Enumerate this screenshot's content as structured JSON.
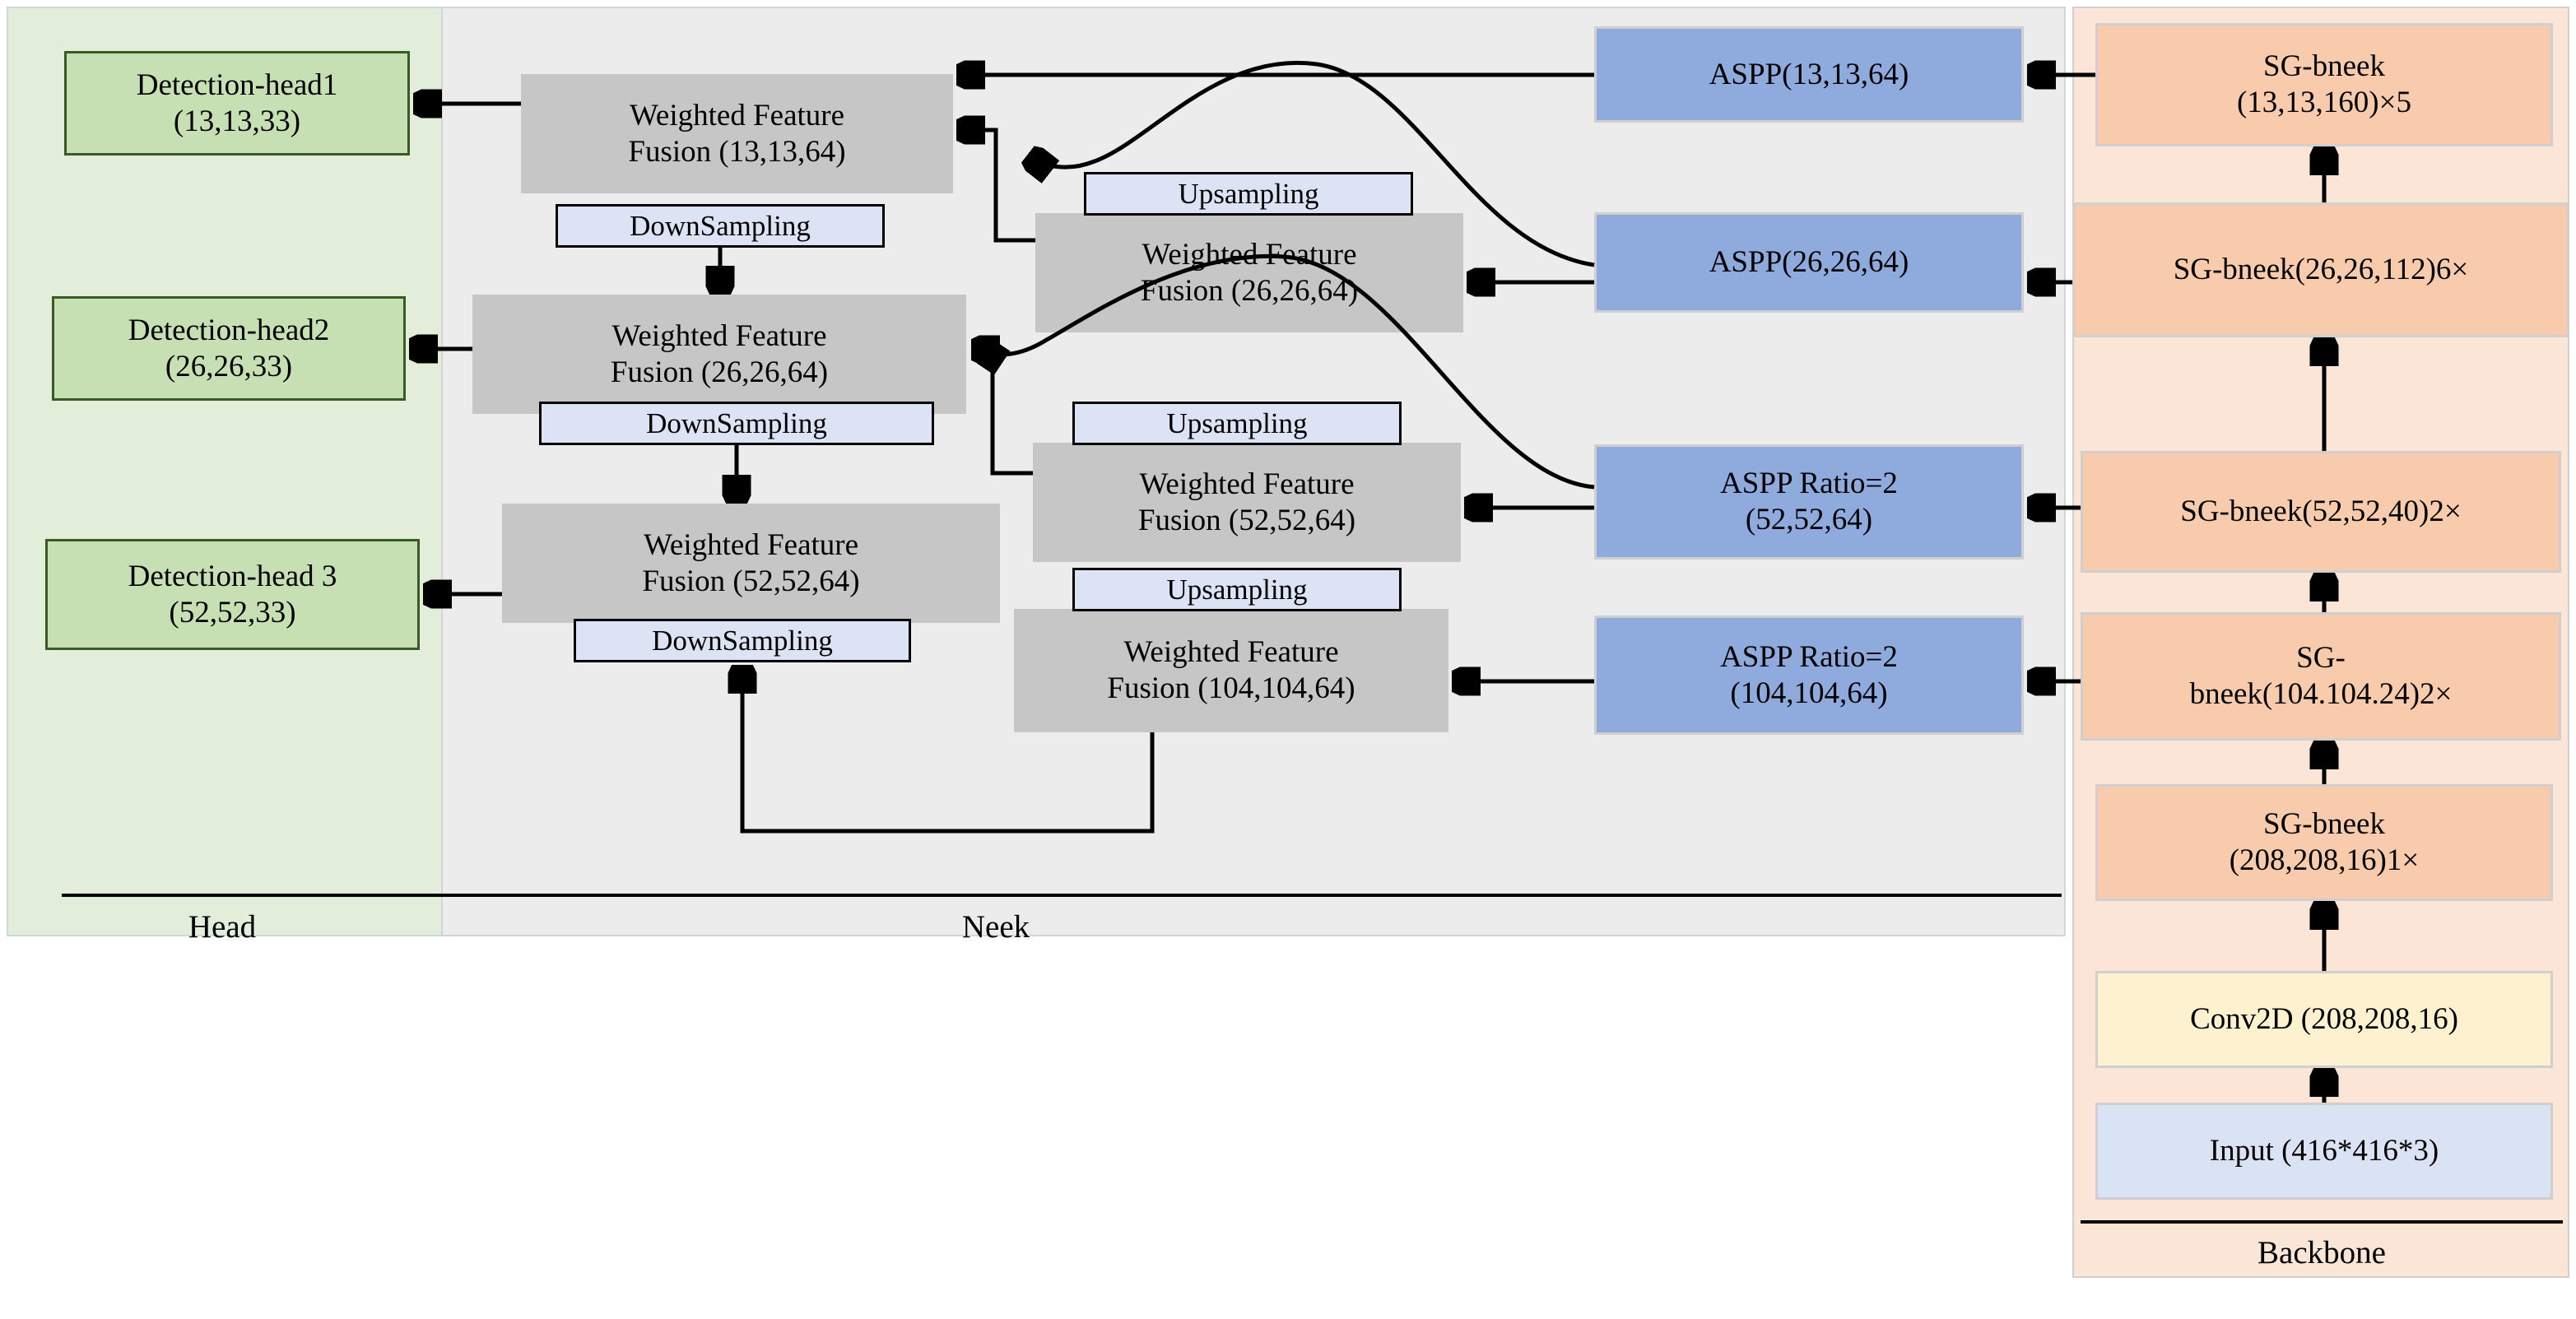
{
  "sections": {
    "head": {
      "label": "Head"
    },
    "neek": {
      "label": "Neek"
    },
    "backbone": {
      "label": "Backbone"
    }
  },
  "head_boxes": [
    {
      "id": "detection-head1",
      "line1": "Detection-head1",
      "line2": "(13,13,33)"
    },
    {
      "id": "detection-head2",
      "line1": "Detection-head2",
      "line2": "(26,26,33)"
    },
    {
      "id": "detection-head3",
      "line1": "Detection-head 3",
      "line2": "(52,52,33)"
    }
  ],
  "fusion_left": [
    {
      "id": "wff-13",
      "line1": "Weighted Feature",
      "line2": "Fusion (13,13,64)"
    },
    {
      "id": "wff-26l",
      "line1": "Weighted Feature",
      "line2": "Fusion (26,26,64)"
    },
    {
      "id": "wff-52l",
      "line1": "Weighted Feature",
      "line2": "Fusion (52,52,64)"
    }
  ],
  "fusion_right": [
    {
      "id": "wff-26r",
      "line1": "Weighted Feature",
      "line2": "Fusion (26,26,64)"
    },
    {
      "id": "wff-52r",
      "line1": "Weighted Feature",
      "line2": "Fusion (52,52,64)"
    },
    {
      "id": "wff-104r",
      "line1": "Weighted Feature",
      "line2": "Fusion (104,104,64)"
    }
  ],
  "downsampling": [
    {
      "id": "downsampling-1",
      "label": "DownSampling"
    },
    {
      "id": "downsampling-2",
      "label": "DownSampling"
    },
    {
      "id": "downsampling-3",
      "label": "DownSampling"
    }
  ],
  "upsampling": [
    {
      "id": "upsampling-1",
      "label": "Upsampling"
    },
    {
      "id": "upsampling-2",
      "label": "Upsampling"
    },
    {
      "id": "upsampling-3",
      "label": "Upsampling"
    }
  ],
  "aspp_boxes": [
    {
      "id": "aspp-13",
      "line1": "ASPP(13,13,64)",
      "line2": ""
    },
    {
      "id": "aspp-26",
      "line1": "ASPP(26,26,64)",
      "line2": ""
    },
    {
      "id": "aspp-52",
      "line1": "ASPP Ratio=2",
      "line2": "(52,52,64)"
    },
    {
      "id": "aspp-104",
      "line1": "ASPP Ratio=2",
      "line2": "(104,104,64)"
    }
  ],
  "backbone_boxes": [
    {
      "id": "sg-bneek-13",
      "line1": "SG-bneek",
      "line2": "(13,13,160)×5"
    },
    {
      "id": "sg-bneek-26",
      "line1": "SG-bneek(26,26,112)6×",
      "line2": ""
    },
    {
      "id": "sg-bneek-52",
      "line1": "SG-bneek(52,52,40)2×",
      "line2": ""
    },
    {
      "id": "sg-bneek-104",
      "line1": "SG-",
      "line2": "bneek(104.104.24)2×"
    },
    {
      "id": "sg-bneek-208",
      "line1": "SG-bneek",
      "line2": "(208,208,16)1×"
    },
    {
      "id": "conv2d",
      "line1": "Conv2D (208,208,16)",
      "line2": ""
    },
    {
      "id": "input",
      "line1": "Input (416*416*3)",
      "line2": ""
    }
  ],
  "colors": {
    "head_panel": "#e2edda",
    "neek_panel": "#ececec",
    "backbone_panel": "#fae5d6",
    "detection_head": "#c6e0b4",
    "detection_head_border": "#3a5a24",
    "fusion": "#c6c6c6",
    "sampling": "#dce3f5",
    "aspp": "#8faadc",
    "sg_bneek": "#f8cbad",
    "conv2d": "#fdf1d0",
    "input": "#dae3f3",
    "arrow": "#000000"
  }
}
